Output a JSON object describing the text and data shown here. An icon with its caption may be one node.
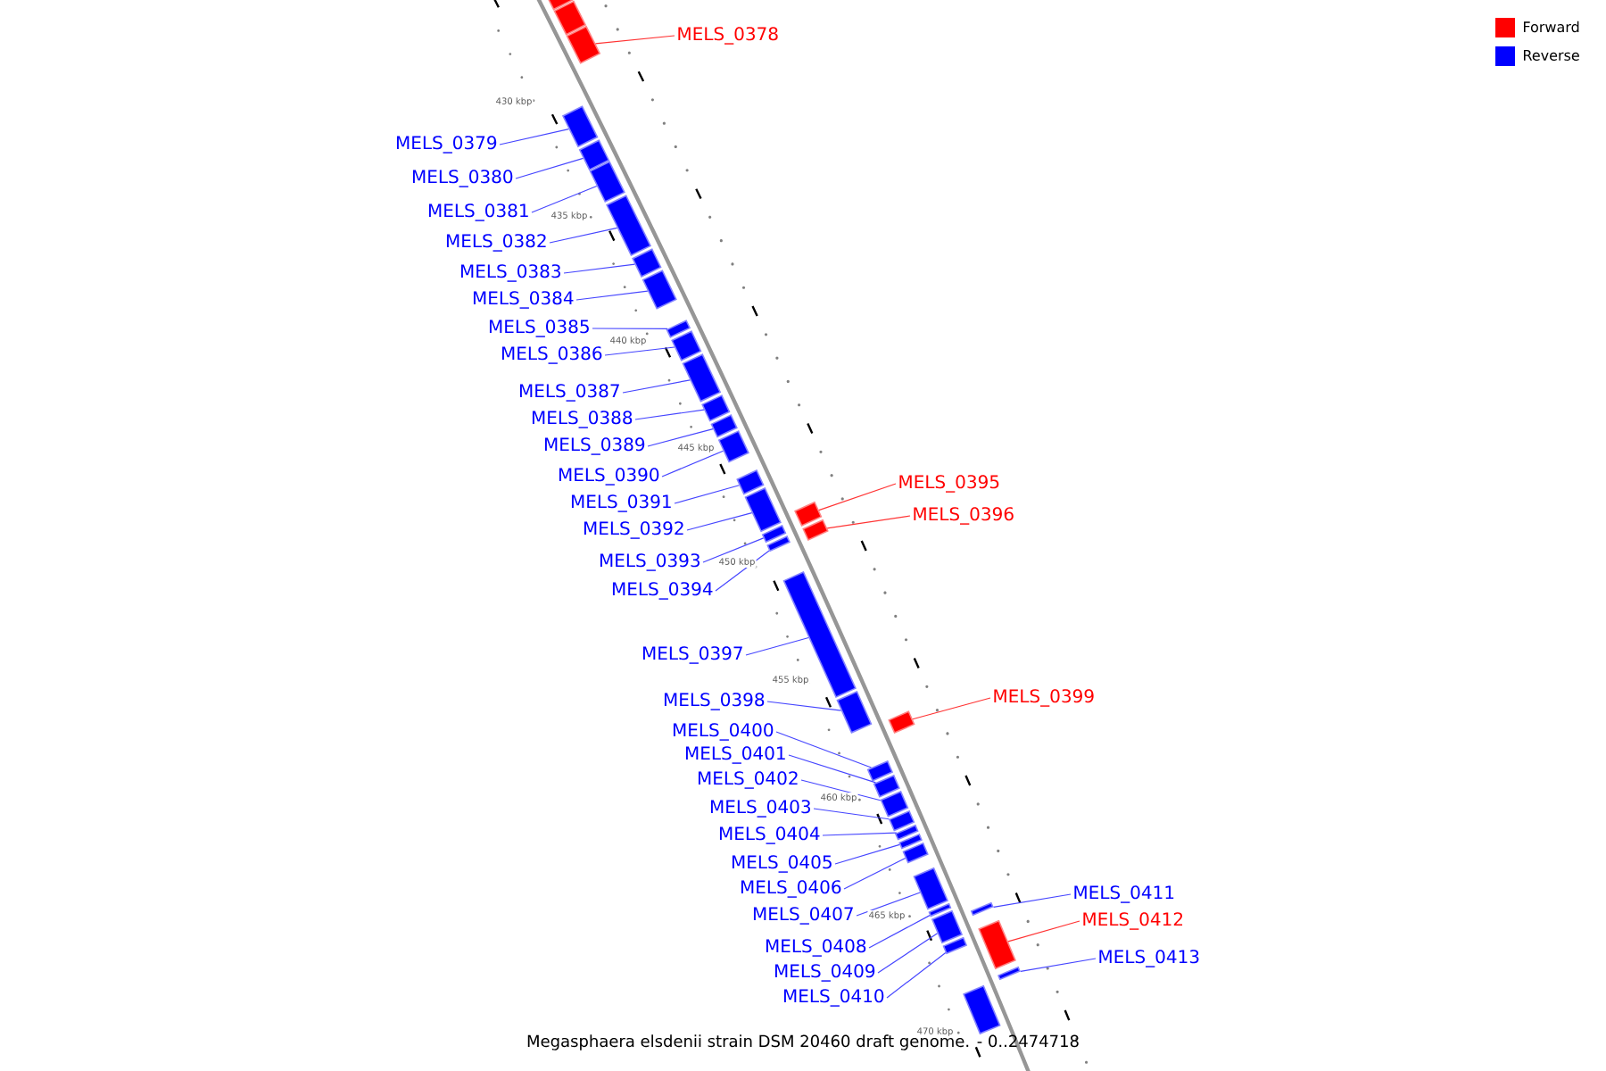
{
  "diagram": {
    "caption": "Megasphaera elsdenii strain DSM 20460 draft genome. - 0..2474718",
    "nodes": [
      {
        "text": [],
        "shape": "bar"
      },
      {
        "text": [],
        "shape": "bar"
      },
      {
        "text": [
          "MELS_0378"
        ]
      },
      {
        "text": [],
        "shape": "bar"
      },
      {
        "text": [
          "MELS_0379"
        ]
      },
      {
        "text": [],
        "shape": "bar"
      },
      {
        "text": [
          "MELS_0380"
        ]
      },
      {
        "text": [],
        "shape": "bar"
      },
      {
        "text": [
          "MELS_0381"
        ]
      },
      {
        "text": [],
        "shape": "bar"
      },
      {
        "text": [
          "MELS_0382"
        ]
      },
      {
        "text": [],
        "shape": "bar"
      },
      {
        "text": [
          "MELS_0383"
        ]
      },
      {
        "text": [],
        "shape": "bar"
      },
      {
        "text": [
          "MELS_0384"
        ]
      },
      {
        "text": [],
        "shape": "bar"
      },
      {
        "text": [
          "MELS_0385"
        ]
      },
      {
        "text": [],
        "shape": "bar"
      },
      {
        "text": [
          "MELS_0386"
        ]
      },
      {
        "text": [],
        "shape": "bar"
      },
      {
        "text": [
          "MELS_0387"
        ]
      },
      {
        "text": [],
        "shape": "bar"
      },
      {
        "text": [
          "MELS_0388"
        ]
      },
      {
        "text": [],
        "shape": "bar"
      },
      {
        "text": [
          "MELS_0389"
        ]
      },
      {
        "text": [],
        "shape": "bar"
      },
      {
        "text": [
          "MELS_0390"
        ]
      },
      {
        "text": [],
        "shape": "bar"
      },
      {
        "text": [
          "MELS_0391"
        ]
      },
      {
        "text": [],
        "shape": "bar"
      },
      {
        "text": [
          "MELS_0392"
        ]
      },
      {
        "text": [],
        "shape": "bar"
      },
      {
        "text": [
          "MELS_0393"
        ]
      },
      {
        "text": [],
        "shape": "bar"
      },
      {
        "text": [
          "MELS_0394"
        ]
      },
      {
        "text": [],
        "shape": "bar"
      },
      {
        "text": [
          "MELS_0395"
        ]
      },
      {
        "text": [],
        "shape": "bar"
      },
      {
        "text": [
          "MELS_0396"
        ]
      },
      {
        "text": [],
        "shape": "bar"
      },
      {
        "text": [
          "MELS_0397"
        ]
      },
      {
        "text": [],
        "shape": "bar"
      },
      {
        "text": [
          "MELS_0398"
        ]
      },
      {
        "text": [],
        "shape": "bar"
      },
      {
        "text": [
          "MELS_0399"
        ]
      },
      {
        "text": [],
        "shape": "bar"
      },
      {
        "text": [
          "MELS_0400"
        ]
      },
      {
        "text": [],
        "shape": "bar"
      },
      {
        "text": [
          "MELS_0401"
        ]
      },
      {
        "text": [],
        "shape": "bar"
      },
      {
        "text": [
          "MELS_0402"
        ]
      },
      {
        "text": [],
        "shape": "bar"
      },
      {
        "text": [
          "MELS_0403"
        ]
      },
      {
        "text": [],
        "shape": "bar"
      },
      {
        "text": [
          "MELS_0404"
        ]
      },
      {
        "text": [],
        "shape": "bar"
      },
      {
        "text": [
          "MELS_0405"
        ]
      },
      {
        "text": [],
        "shape": "bar"
      },
      {
        "text": [
          "MELS_0406"
        ]
      },
      {
        "text": [],
        "shape": "bar"
      },
      {
        "text": [
          "MELS_0407"
        ]
      },
      {
        "text": [],
        "shape": "bar"
      },
      {
        "text": [
          "MELS_0408"
        ]
      },
      {
        "text": [],
        "shape": "bar"
      },
      {
        "text": [
          "MELS_0409"
        ]
      },
      {
        "text": [],
        "shape": "bar"
      },
      {
        "text": [
          "MELS_0410"
        ]
      },
      {
        "text": [],
        "shape": "bar"
      },
      {
        "text": [
          "MELS_0411"
        ]
      },
      {
        "text": [],
        "shape": "bar"
      },
      {
        "text": [
          "MELS_0412"
        ]
      },
      {
        "text": [],
        "shape": "bar"
      },
      {
        "text": [
          "MELS_0413"
        ]
      },
      {
        "text": [],
        "shape": "bar"
      },
      {
        "text": [],
        "shape": "bar"
      }
    ],
    "edges": [
      {
        "from": 2,
        "to": 3,
        "arrow": "none",
        "color": "#ff3333"
      },
      {
        "from": 4,
        "to": 5,
        "arrow": "none"
      },
      {
        "from": 6,
        "to": 7,
        "arrow": "none"
      },
      {
        "from": 8,
        "to": 9,
        "arrow": "none"
      },
      {
        "from": 10,
        "to": 11,
        "arrow": "none"
      },
      {
        "from": 12,
        "to": 13,
        "arrow": "none"
      },
      {
        "from": 14,
        "to": 15,
        "arrow": "none"
      },
      {
        "from": 16,
        "to": 17,
        "arrow": "none"
      },
      {
        "from": 18,
        "to": 19,
        "arrow": "none"
      },
      {
        "from": 20,
        "to": 21,
        "arrow": "none"
      },
      {
        "from": 22,
        "to": 23,
        "arrow": "none"
      },
      {
        "from": 24,
        "to": 25,
        "arrow": "none"
      },
      {
        "from": 26,
        "to": 27,
        "arrow": "none"
      },
      {
        "from": 28,
        "to": 29,
        "arrow": "none"
      },
      {
        "from": 30,
        "to": 31,
        "arrow": "none"
      },
      {
        "from": 32,
        "to": 33,
        "arrow": "none"
      },
      {
        "from": 34,
        "to": 35,
        "arrow": "none"
      },
      {
        "from": 36,
        "to": 37,
        "arrow": "none",
        "color": "#ff3333"
      },
      {
        "from": 38,
        "to": 39,
        "arrow": "none",
        "color": "#ff3333"
      },
      {
        "from": 40,
        "to": 41,
        "arrow": "none"
      },
      {
        "from": 42,
        "to": 43,
        "arrow": "none"
      },
      {
        "from": 44,
        "to": 45,
        "arrow": "none",
        "color": "#ff3333"
      },
      {
        "from": 46,
        "to": 47,
        "arrow": "none"
      },
      {
        "from": 48,
        "to": 49,
        "arrow": "none"
      },
      {
        "from": 50,
        "to": 51,
        "arrow": "none"
      },
      {
        "from": 52,
        "to": 53,
        "arrow": "none"
      },
      {
        "from": 54,
        "to": 55,
        "arrow": "none"
      },
      {
        "from": 56,
        "to": 57,
        "arrow": "none"
      },
      {
        "from": 58,
        "to": 59,
        "arrow": "none"
      },
      {
        "from": 60,
        "to": 61,
        "arrow": "none"
      },
      {
        "from": 62,
        "to": 63,
        "arrow": "none"
      },
      {
        "from": 64,
        "to": 65,
        "arrow": "none"
      },
      {
        "from": 66,
        "to": 67,
        "arrow": "none"
      },
      {
        "from": 68,
        "to": 69,
        "arrow": "none"
      },
      {
        "from": 70,
        "to": 71,
        "arrow": "none",
        "color": "#ff3333"
      },
      {
        "from": 72,
        "to": 73,
        "arrow": "none"
      }
    ],
    "labels": [
      "430 kbp",
      "435 kbp",
      "440 kbp",
      "445 kbp",
      "450 kbp",
      "455 kbp",
      "460 kbp",
      "465 kbp",
      "470 kbp"
    ],
    "legend": [
      {
        "text": "Forward",
        "color": "#ff0000"
      },
      {
        "text": "Reverse",
        "color": "#0000ff"
      }
    ]
  }
}
